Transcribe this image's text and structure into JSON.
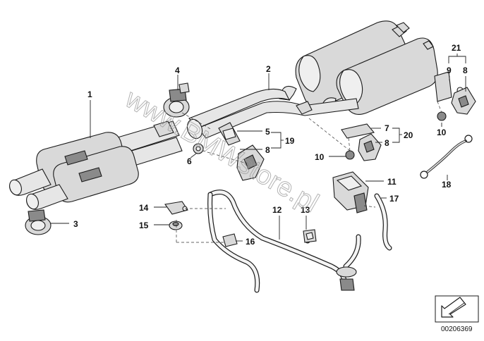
{
  "watermark": "www.BMWstore.pl",
  "reference_number": "00206369",
  "callouts": {
    "c1": "1",
    "c2": "2",
    "c3": "3",
    "c4": "4",
    "c5": "5",
    "c6": "6",
    "c7": "7",
    "c8a": "8",
    "c8b": "8",
    "c8c": "8",
    "c9": "9",
    "c10a": "10",
    "c10b": "10",
    "c11": "11",
    "c12": "12",
    "c13": "13",
    "c14": "14",
    "c15": "15",
    "c16": "16",
    "c17": "17",
    "c18": "18",
    "c19": "19",
    "c20": "20",
    "c21": "21"
  },
  "icons": {
    "arrow": "arrow-icon"
  }
}
